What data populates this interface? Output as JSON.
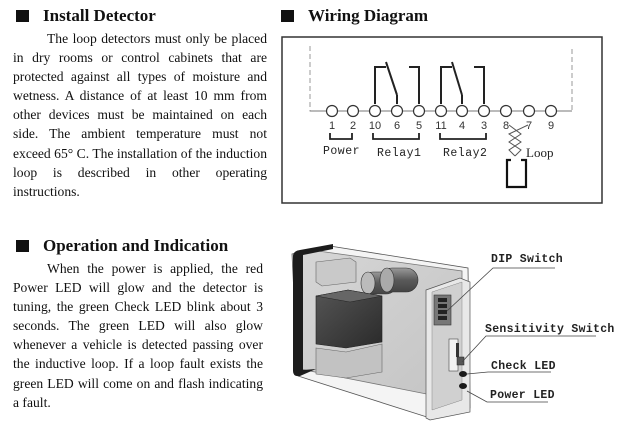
{
  "install": {
    "heading": "Install Detector",
    "body": "The loop detectors must only be placed in dry rooms or control cabinets that are protected against all types of moisture and wetness. A distance of at least 10 mm from other devices must be maintained on each side. The ambient temperature must not exceed 65° C. The installation of the induction loop is described in other operating instructions."
  },
  "operation": {
    "heading": "Operation and Indication",
    "body": "When the power is applied, the red Power LED will glow and the detector is tuning, the green Check LED blink about 3 seconds. The green LED will also glow whenever a vehicle is detected passing over the inductive loop. If a loop fault exists the green LED will come on and flash indicating a fault."
  },
  "wiring": {
    "heading": "Wiring Diagram",
    "terminals": [
      "1",
      "2",
      "10",
      "6",
      "5",
      "11",
      "4",
      "3",
      "8",
      "7",
      "9"
    ],
    "groups": {
      "power": "Power",
      "relay1": "Relay1",
      "relay2": "Relay2",
      "loop": "Loop"
    }
  },
  "device": {
    "callouts": {
      "dip_switch": "DIP Switch",
      "sensitivity_switch": "Sensitivity Switch",
      "check_led": "Check LED",
      "power_led": "Power LED"
    }
  }
}
